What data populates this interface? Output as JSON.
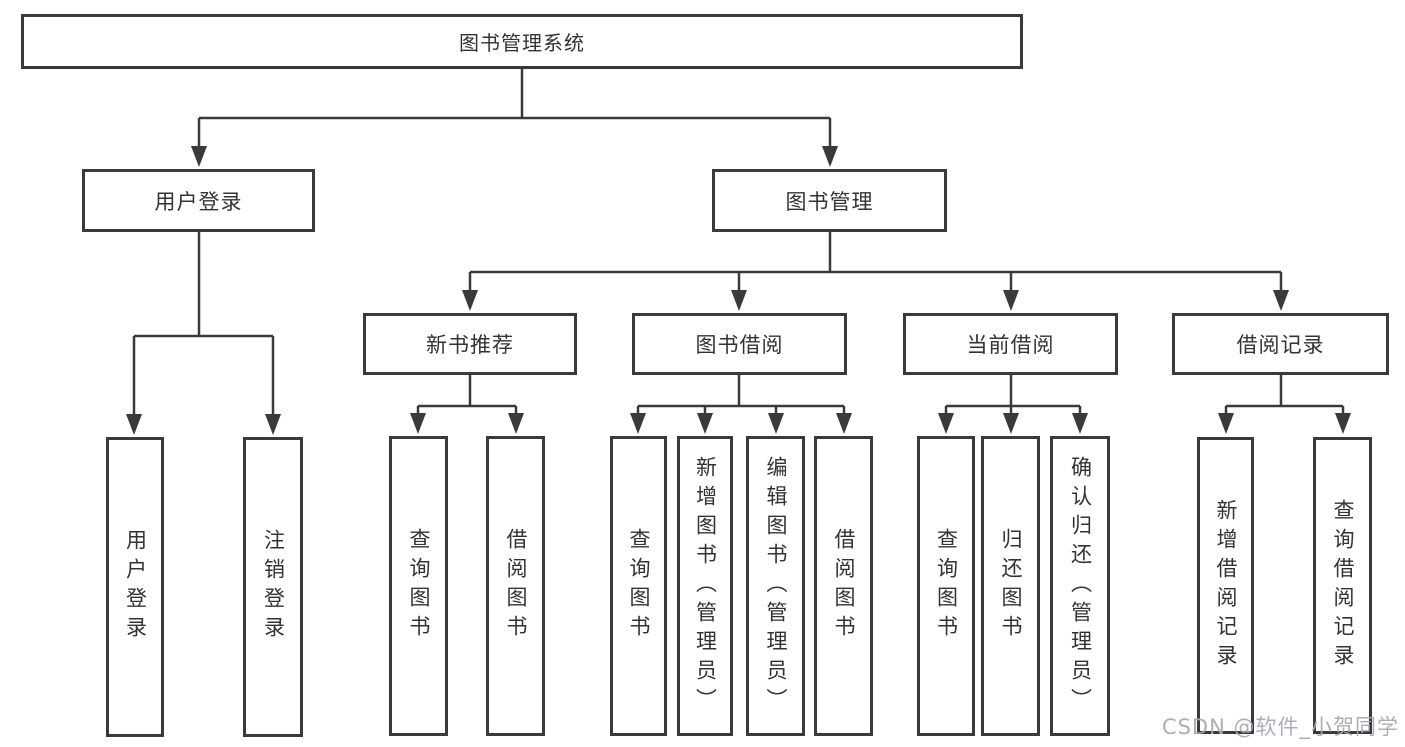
{
  "colors": {
    "line": "#3a3a3a",
    "box_border": "#3a3a3a",
    "box_fill": "#ffffff",
    "text": "#333333",
    "watermark": "#a5abb1",
    "background": "#ffffff"
  },
  "watermark": "CSDN @软件_小贺同学",
  "tree": {
    "root": "图书管理系统",
    "branches": [
      {
        "label": "用户登录",
        "leaves": [
          "用户登录",
          "注销登录"
        ]
      },
      {
        "label": "图书管理",
        "groups": [
          {
            "label": "新书推荐",
            "leaves": [
              "查询图书",
              "借阅图书"
            ]
          },
          {
            "label": "图书借阅",
            "leaves": [
              "查询图书",
              "新增图书（管理员）",
              "编辑图书（管理员）",
              "借阅图书"
            ]
          },
          {
            "label": "当前借阅",
            "leaves": [
              "查询图书",
              "归还图书",
              "确认归还（管理员）"
            ]
          },
          {
            "label": "借阅记录",
            "leaves": [
              "新增借阅记录",
              "查询借阅记录"
            ]
          }
        ]
      }
    ]
  }
}
